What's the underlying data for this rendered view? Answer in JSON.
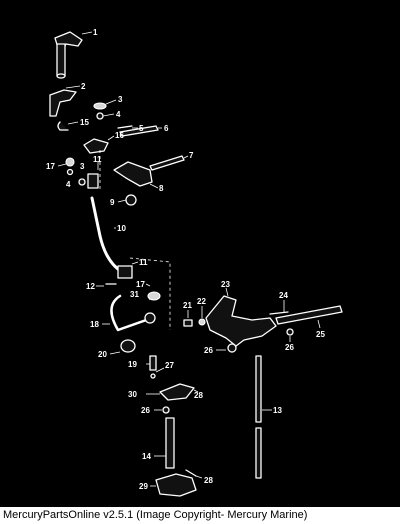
{
  "diagram": {
    "callouts": [
      "1",
      "2",
      "3",
      "4",
      "15",
      "5",
      "16",
      "6",
      "11",
      "7",
      "17",
      "3",
      "4",
      "8",
      "9",
      "10",
      "11",
      "17",
      "12",
      "31",
      "18",
      "21",
      "22",
      "23",
      "24",
      "20",
      "26",
      "25",
      "26",
      "19",
      "27",
      "30",
      "28",
      "13",
      "26",
      "14",
      "28",
      "29"
    ]
  },
  "footer": {
    "text": "MercuryPartsOnline v2.5.1 (Image Copyright- Mercury Marine)"
  },
  "colors": {
    "background": "#000000",
    "line": "#ffffff",
    "footer_bg": "#ffffff",
    "footer_text": "#000000"
  }
}
